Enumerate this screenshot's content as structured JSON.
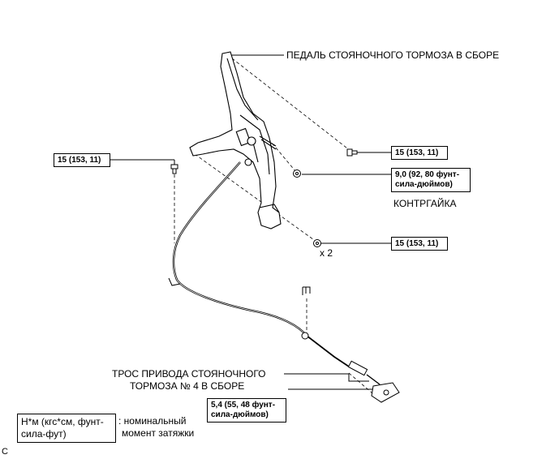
{
  "labels": {
    "pedal_assembly": "ПЕДАЛЬ СТОЯНОЧНОГО ТОРМОЗА В СБОРЕ",
    "lock_nut": "КОНТРГАЙКА",
    "quantity": "x 2",
    "cable_line1": "ТРОС ПРИВОДА СТОЯНОЧНОГО",
    "cable_line2": "ТОРМОЗА № 4 В СБОРЕ"
  },
  "torque_boxes": {
    "left_bolt": "15 (153, 11)",
    "right_bolt": "15 (153, 11)",
    "lock_nut_line1": "9,0 (92, 80 фунт-",
    "lock_nut_line2": "сила-дюймов)",
    "lower_nuts": "15 (153, 11)",
    "cable_line1": "5,4 (55, 48 фунт-",
    "cable_line2": "сила-дюймов)"
  },
  "legend": {
    "unit_line1": "Н*м (кгс*см, фунт-",
    "unit_line2": "сила-фут)",
    "desc_line1": ": номинальный",
    "desc_line2": "момент затяжки"
  },
  "corner_mark": "C"
}
